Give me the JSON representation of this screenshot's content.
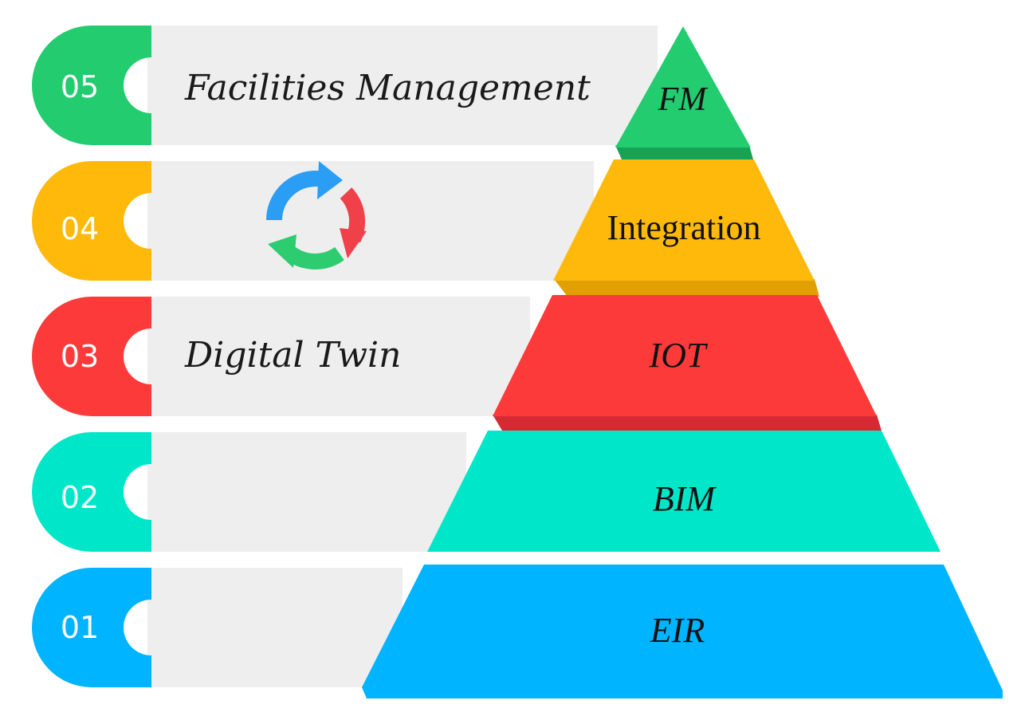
{
  "colors": {
    "green": "#22cc6f",
    "green_dark": "#17a356",
    "yellow": "#ffb90a",
    "yellow_dark": "#e0a000",
    "red": "#fd3a3a",
    "red_dark": "#d62a33",
    "teal": "#00e6c8",
    "blue": "#00b4ff",
    "band": "#eeeeee"
  },
  "rows": [
    {
      "number": "05",
      "caption": "Facilities Management",
      "tier": "FM",
      "color": "green",
      "icon": ""
    },
    {
      "number": "04",
      "caption": "",
      "tier": "Integration",
      "color": "yellow",
      "icon": "cycle-arrows-icon"
    },
    {
      "number": "03",
      "caption": "Digital Twin",
      "tier": "IOT",
      "color": "red",
      "icon": ""
    },
    {
      "number": "02",
      "caption": "",
      "tier": "BIM",
      "color": "teal",
      "icon": ""
    },
    {
      "number": "01",
      "caption": "",
      "tier": "EIR",
      "color": "blue",
      "icon": ""
    }
  ]
}
